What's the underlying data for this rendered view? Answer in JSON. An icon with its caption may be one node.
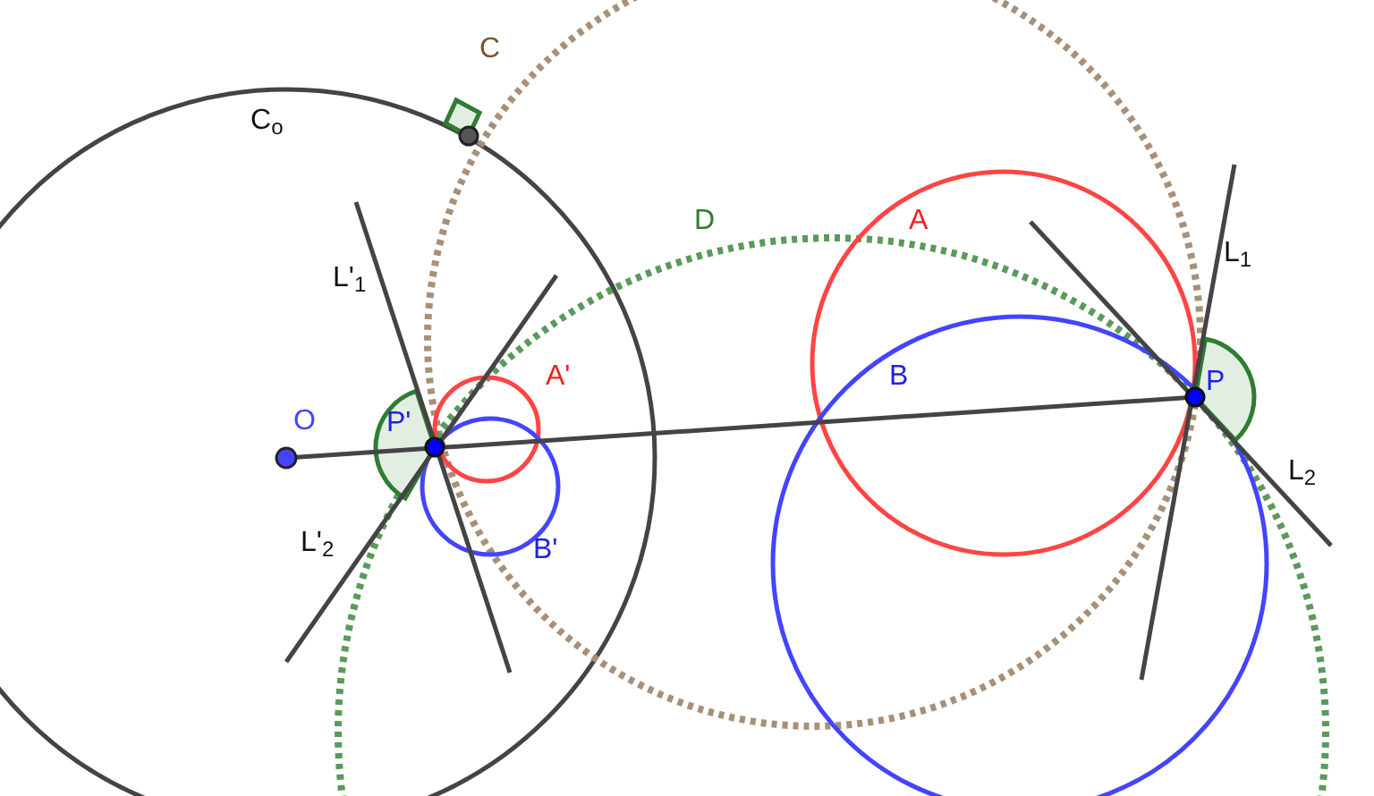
{
  "diagram": {
    "labels": [
      "C",
      "C$_{o}$",
      "D",
      "A",
      "L'$_{1}$",
      "L$_{1}$",
      "A'",
      "B",
      "P",
      "O",
      "P'",
      "L$_{2}$",
      "L'$_{2}$",
      "B'"
    ]
  }
}
